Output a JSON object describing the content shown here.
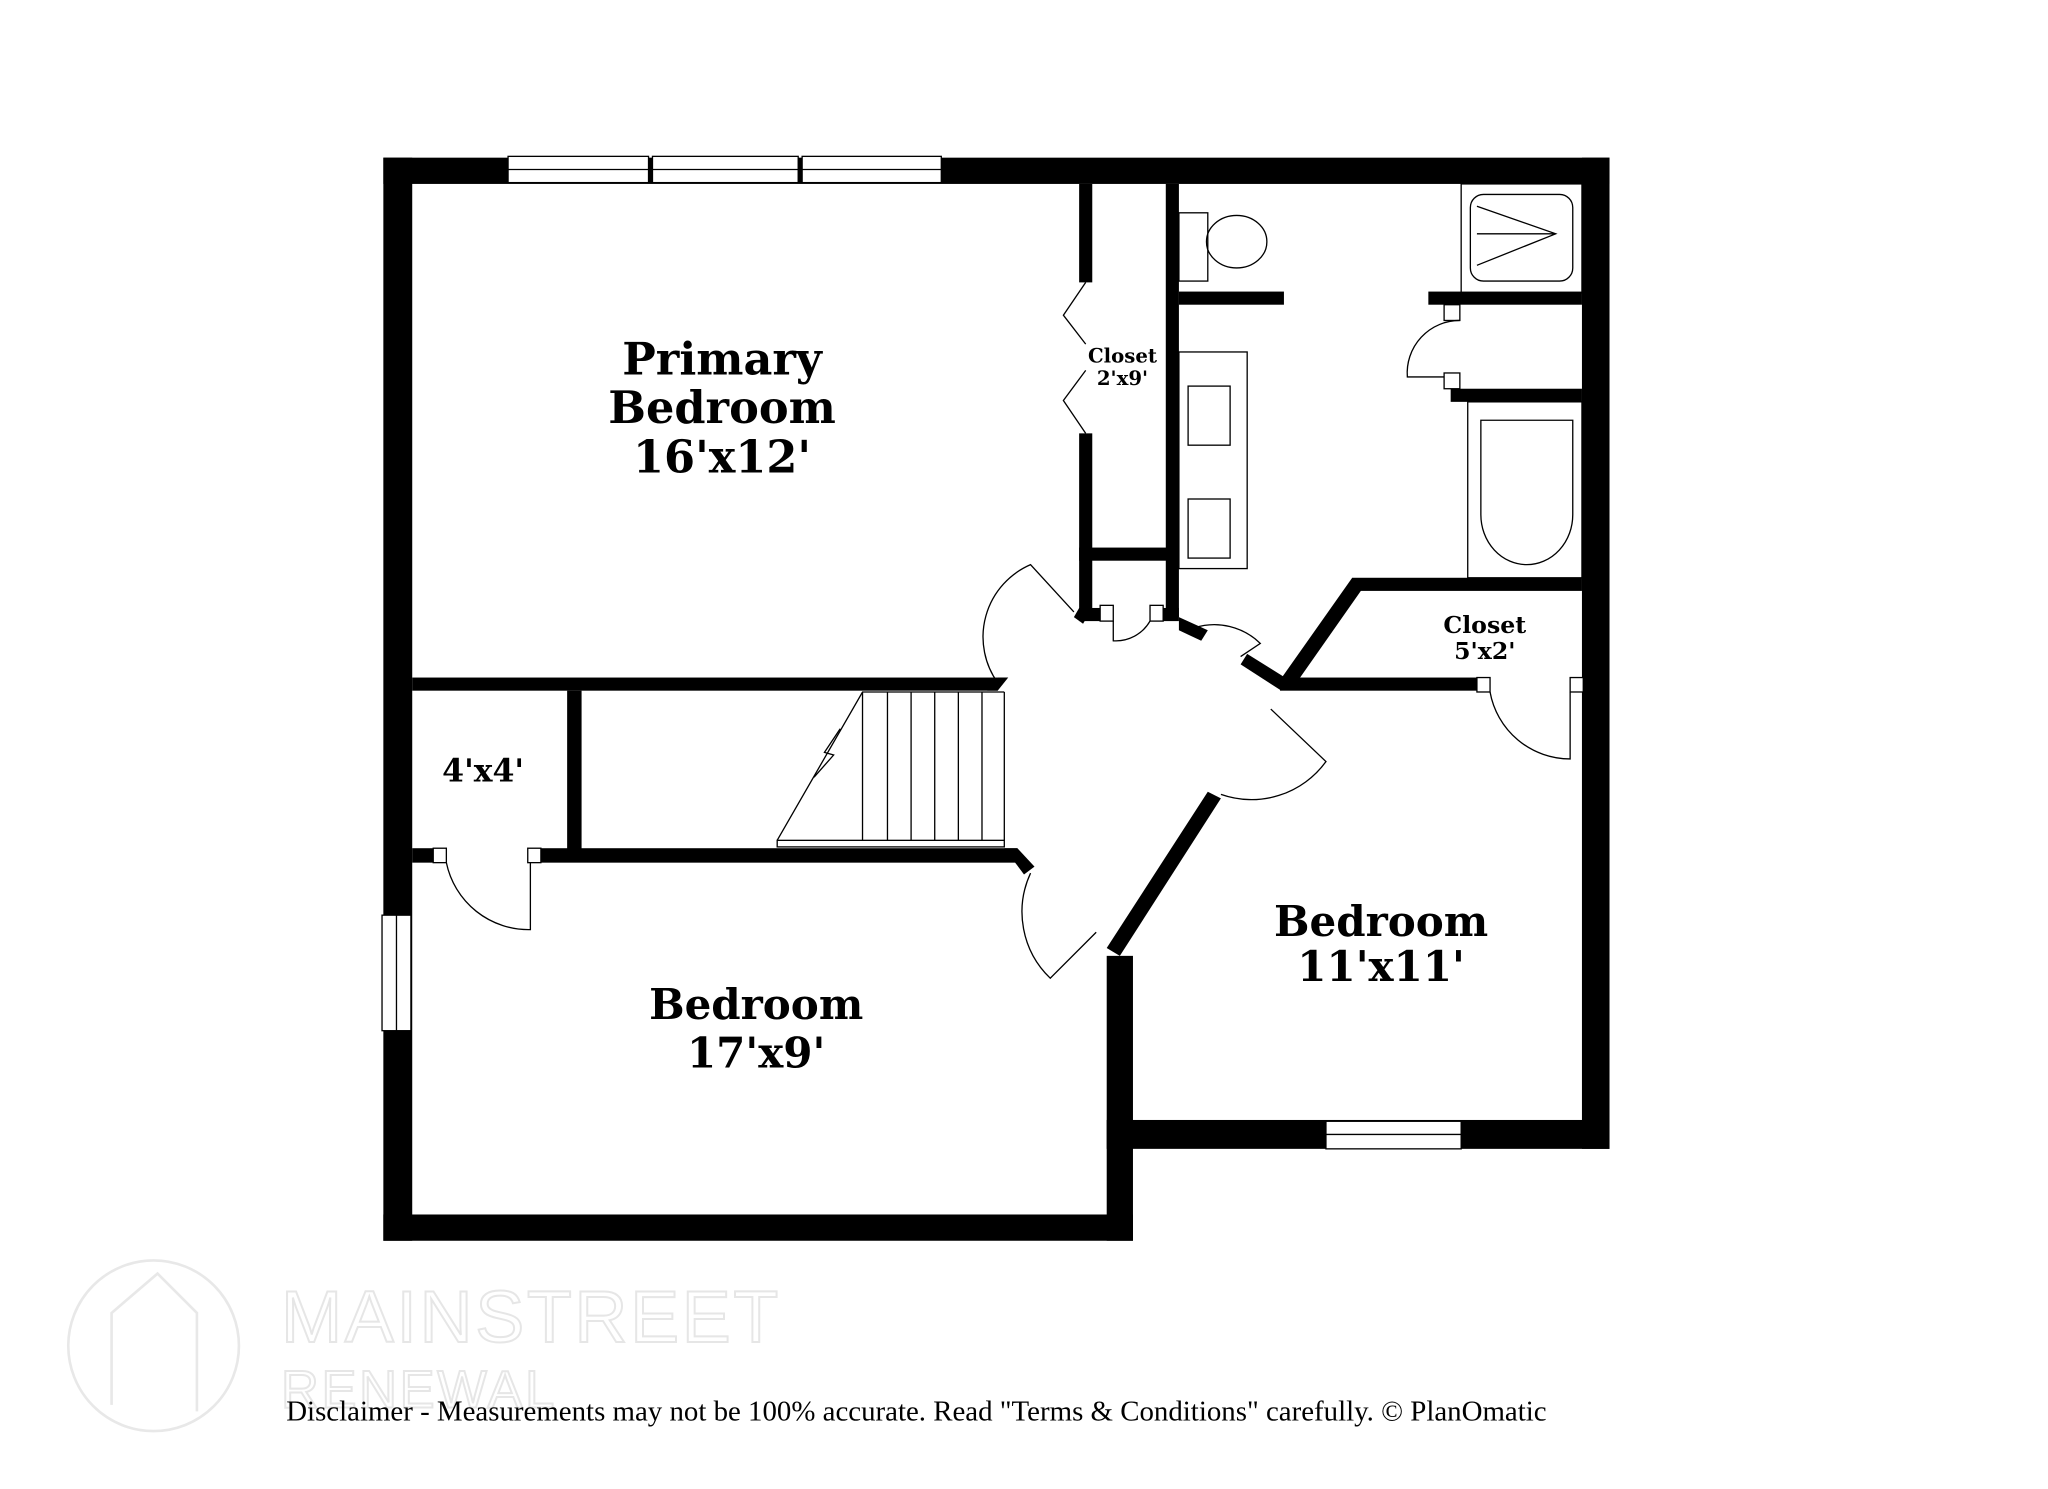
{
  "rooms": {
    "primary_bedroom": {
      "name_line1": "Primary",
      "name_line2": "Bedroom",
      "size": "16'x12'"
    },
    "closet_primary": {
      "name": "Closet",
      "size": "2'x9'"
    },
    "closet_hall": {
      "size": "4'x4'"
    },
    "bedroom_left": {
      "name": "Bedroom",
      "size": "17'x9'"
    },
    "bedroom_right": {
      "name": "Bedroom",
      "size": "11'x11'"
    },
    "closet_right": {
      "name": "Closet",
      "size": "5'x2'"
    }
  },
  "watermark": {
    "line1": "MAINSTREET",
    "line2": "RENEWAL"
  },
  "disclaimer": "Disclaimer - Measurements may not be 100% accurate. Read \"Terms & Conditions\" carefully. © PlanOmatic",
  "colors": {
    "wall": "#000000",
    "background": "#ffffff",
    "watermark": "#e6e6e6"
  }
}
